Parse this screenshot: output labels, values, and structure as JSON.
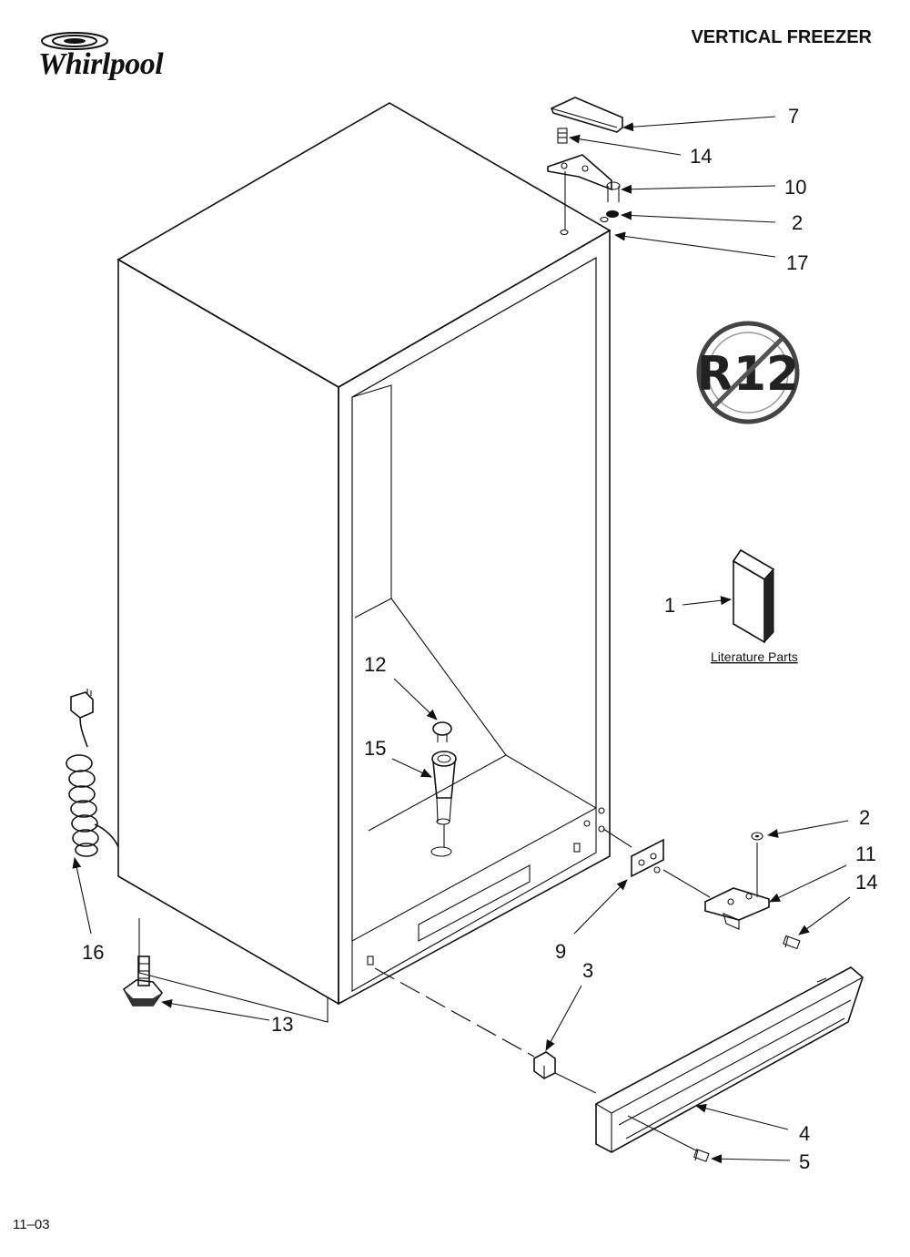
{
  "header": {
    "brand": "Whirlpool",
    "title": "VERTICAL FREEZER"
  },
  "footer": {
    "code": "11–03"
  },
  "badge": {
    "text": "R12",
    "icon": "no-r12-refrigerant-icon"
  },
  "literature": {
    "label": "Literature Parts"
  },
  "callouts": [
    {
      "id": "c7",
      "label": "7"
    },
    {
      "id": "c14a",
      "label": "14"
    },
    {
      "id": "c10",
      "label": "10"
    },
    {
      "id": "c2a",
      "label": "2"
    },
    {
      "id": "c17",
      "label": "17"
    },
    {
      "id": "c1",
      "label": "1"
    },
    {
      "id": "c12",
      "label": "12"
    },
    {
      "id": "c15",
      "label": "15"
    },
    {
      "id": "c16",
      "label": "16"
    },
    {
      "id": "c13",
      "label": "13"
    },
    {
      "id": "c2b",
      "label": "2"
    },
    {
      "id": "c11",
      "label": "11"
    },
    {
      "id": "c14b",
      "label": "14"
    },
    {
      "id": "c9",
      "label": "9"
    },
    {
      "id": "c3",
      "label": "3"
    },
    {
      "id": "c4",
      "label": "4"
    },
    {
      "id": "c5",
      "label": "5"
    }
  ]
}
